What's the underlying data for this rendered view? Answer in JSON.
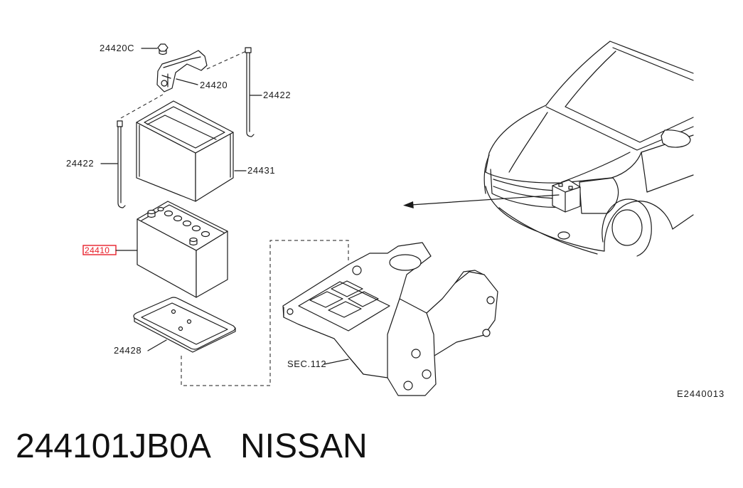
{
  "diagram": {
    "code": "E2440013"
  },
  "parts": [
    {
      "label": "24420C"
    },
    {
      "label": "24420"
    },
    {
      "label": "24422"
    },
    {
      "label": "24422"
    },
    {
      "label": "24431"
    },
    {
      "label": "24410",
      "highlighted": true
    },
    {
      "label": "24428"
    },
    {
      "label": "SEC.112"
    }
  ],
  "colors": {
    "highlight": "#e8202a",
    "line": "#1a1a1a",
    "background": "#ffffff"
  },
  "footer": {
    "part_number": "244101JB0A",
    "brand": "NISSAN"
  }
}
